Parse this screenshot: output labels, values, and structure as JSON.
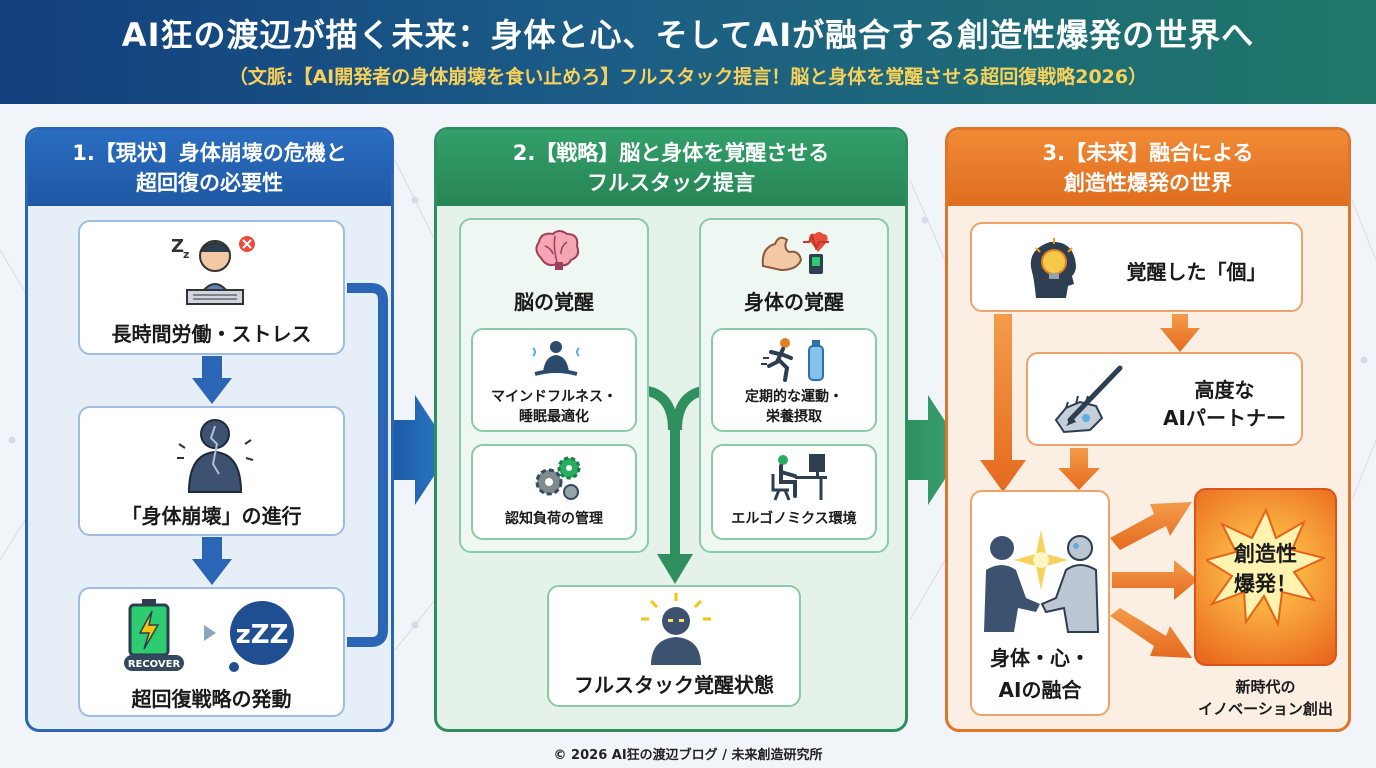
{
  "header": {
    "title": "AI狂の渡辺が描く未来：身体と心、そしてAIが融合する創造性爆発の世界へ",
    "subtitle": "（文脈:【AI開発者の身体崩壊を食い止めろ】フルスタック提言！脳と身体を覚醒させる超回復戦略2026）"
  },
  "panel1": {
    "title_line1": "1.【現状】身体崩壊の危機と",
    "title_line2": "超回復の必要性",
    "steps": [
      {
        "label": "長時間労働・ストレス",
        "icon": "stressed-worker-icon"
      },
      {
        "label": "「身体崩壊」の進行",
        "icon": "cracked-body-icon"
      },
      {
        "label": "超回復戦略の発動",
        "icon": "battery-recover-icon",
        "badge": "RECOVER"
      }
    ]
  },
  "panel2": {
    "title_line1": "2.【戦略】脳と身体を覚醒させる",
    "title_line2": "フルスタック提言",
    "brain": {
      "heading": "脳の覚醒",
      "items": [
        {
          "line1": "マインドフルネス・",
          "line2": "睡眠最適化"
        },
        {
          "line1": "認知負荷の管理",
          "line2": ""
        }
      ]
    },
    "body": {
      "heading": "身体の覚醒",
      "items": [
        {
          "line1": "定期的な運動・",
          "line2": "栄養摂取"
        },
        {
          "line1": "エルゴノミクス環境",
          "line2": ""
        }
      ]
    },
    "result": "フルスタック覚醒状態"
  },
  "panel3": {
    "title_line1": "3.【未来】融合による",
    "title_line2": "創造性爆発の世界",
    "individual": "覚醒した「個」",
    "partner_line1": "高度な",
    "partner_line2": "AIパートナー",
    "fusion_line1": "身体・心・",
    "fusion_line2": "AIの融合",
    "burst_line1": "創造性",
    "burst_line2": "爆発！",
    "innovation_line1": "新時代の",
    "innovation_line2": "イノベーション創出"
  },
  "footer": "© 2026 AI狂の渡辺ブログ / 未来創造研究所",
  "colors": {
    "blue": "#2a66b5",
    "green": "#2f8f5f",
    "orange": "#e0752a",
    "gold": "#f7d15a"
  }
}
